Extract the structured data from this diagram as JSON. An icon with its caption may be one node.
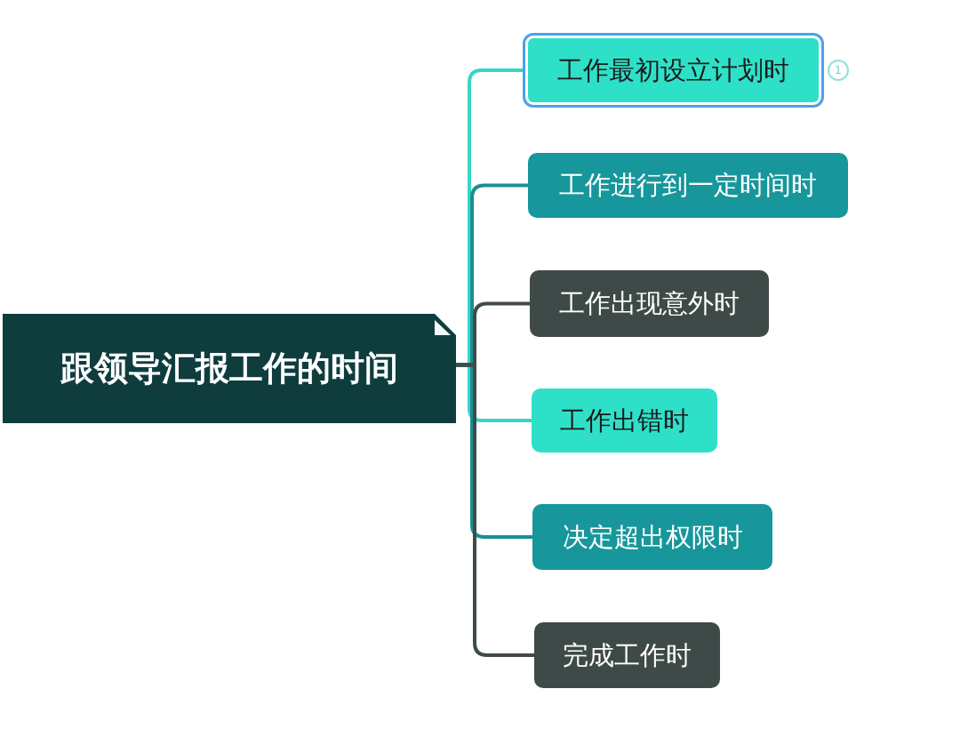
{
  "diagram": {
    "nodes": [
      {
        "text": [
          "跟领导汇报工作的时间"
        ]
      },
      {
        "text": [
          "工作最初设立计划时"
        ],
        "beside": [
          "1"
        ]
      },
      {
        "text": [
          "工作进行到一定时间时"
        ]
      },
      {
        "text": [
          "工作出现意外时"
        ]
      },
      {
        "text": [
          "工作出错时"
        ]
      },
      {
        "text": [
          "决定超出权限时"
        ]
      },
      {
        "text": [
          "完成工作时"
        ]
      }
    ],
    "edges": [
      {
        "from": 0,
        "to": 1,
        "arrow": "none",
        "color": "#36d6c3"
      },
      {
        "from": 0,
        "to": 2,
        "arrow": "none",
        "color": "#1a8f94"
      },
      {
        "from": 0,
        "to": 3,
        "arrow": "none",
        "color": "#3f4b49"
      },
      {
        "from": 0,
        "to": 4,
        "arrow": "none",
        "color": "#36d6c3"
      },
      {
        "from": 0,
        "to": 5,
        "arrow": "none",
        "color": "#1a8f94"
      },
      {
        "from": 0,
        "to": 6,
        "arrow": "none",
        "color": "#3f4b49"
      }
    ]
  }
}
